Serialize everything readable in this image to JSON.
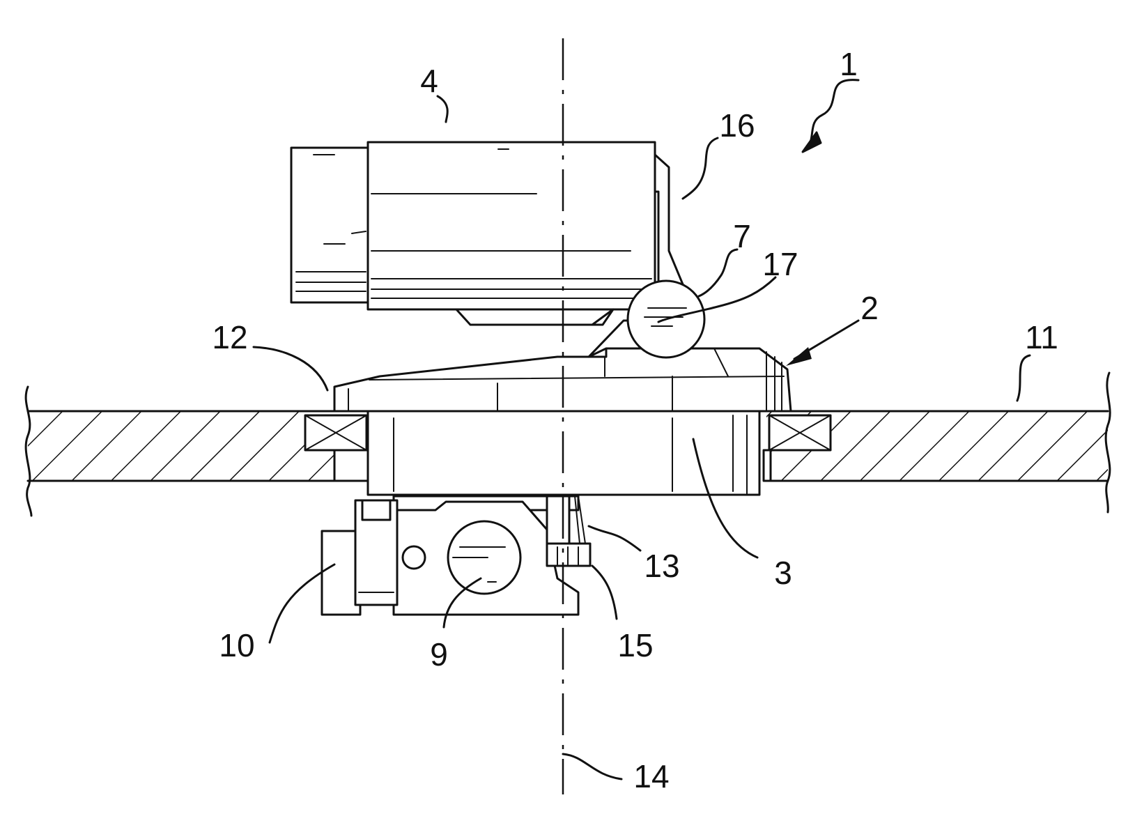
{
  "figure": {
    "reference_numerals": {
      "assembly": "1",
      "unit": "2",
      "housing": "3",
      "motor": "4",
      "pinion": "7",
      "shaft": "9",
      "coupling": "10",
      "deck_plate": "11",
      "bearing": "12",
      "bolt": "13",
      "axis": "14",
      "nut": "15",
      "bracket": "16",
      "gear_wheel": "17"
    }
  }
}
